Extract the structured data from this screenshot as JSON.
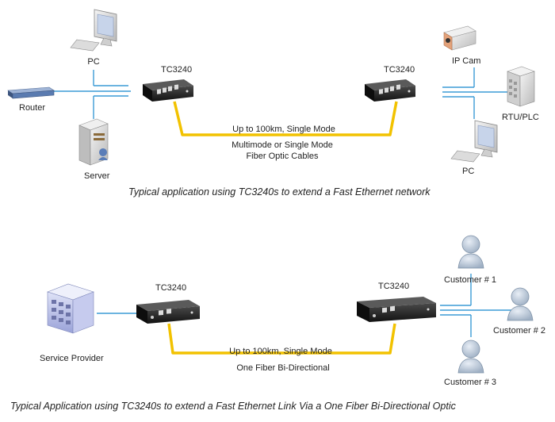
{
  "diagram1": {
    "device_left": "TC3240",
    "device_right": "TC3240",
    "pc_top": "PC",
    "router": "Router",
    "server": "Server",
    "ip_cam": "IP Cam",
    "rtu_plc": "RTU/PLC",
    "pc_bottom": "PC",
    "link_label": "Up to 100km, Single Mode",
    "cable_line1": "Multimode or Single Mode",
    "cable_line2": "Fiber Optic Cables",
    "caption": "Typical application using TC3240s to extend a Fast Ethernet network"
  },
  "diagram2": {
    "device_left": "TC3240",
    "device_right": "TC3240",
    "service_provider": "Service Provider",
    "customer1": "Customer # 1",
    "customer2": "Customer # 2",
    "customer3": "Customer # 3",
    "link_label": "Up to 100km, Single Mode",
    "fiber_label": "One Fiber Bi-Directional",
    "caption": "Typical Application using TC3240s to extend a Fast Ethernet Link Via a One Fiber Bi-Directional Optic"
  },
  "colors": {
    "network_line": "#3b9bd6",
    "fiber": "#f2c200",
    "device_body": "#1c1c1c"
  }
}
